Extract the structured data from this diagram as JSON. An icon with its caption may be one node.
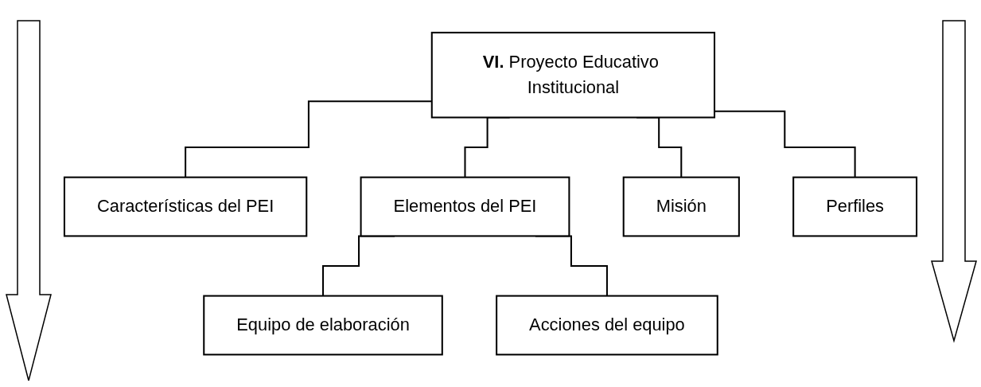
{
  "diagram": {
    "nodes": [
      {
        "text": [
          "**VI.** Proyecto Educativo Institucional"
        ]
      },
      {
        "text": [
          "Características del PEI"
        ]
      },
      {
        "text": [
          "Elementos del PEI"
        ]
      },
      {
        "text": [
          "Misión"
        ]
      },
      {
        "text": [
          "Perfiles"
        ]
      },
      {
        "text": [
          "Equipo de elaboración"
        ]
      },
      {
        "text": [
          "Acciones del equipo"
        ]
      }
    ],
    "edges": [
      {
        "from": 0,
        "to": 1,
        "arrow": "none"
      },
      {
        "from": 0,
        "to": 2,
        "arrow": "none"
      },
      {
        "from": 0,
        "to": 3,
        "arrow": "none"
      },
      {
        "from": 0,
        "to": 4,
        "arrow": "none"
      },
      {
        "from": 2,
        "to": 5,
        "arrow": "none"
      },
      {
        "from": 2,
        "to": 6,
        "arrow": "none"
      }
    ]
  }
}
